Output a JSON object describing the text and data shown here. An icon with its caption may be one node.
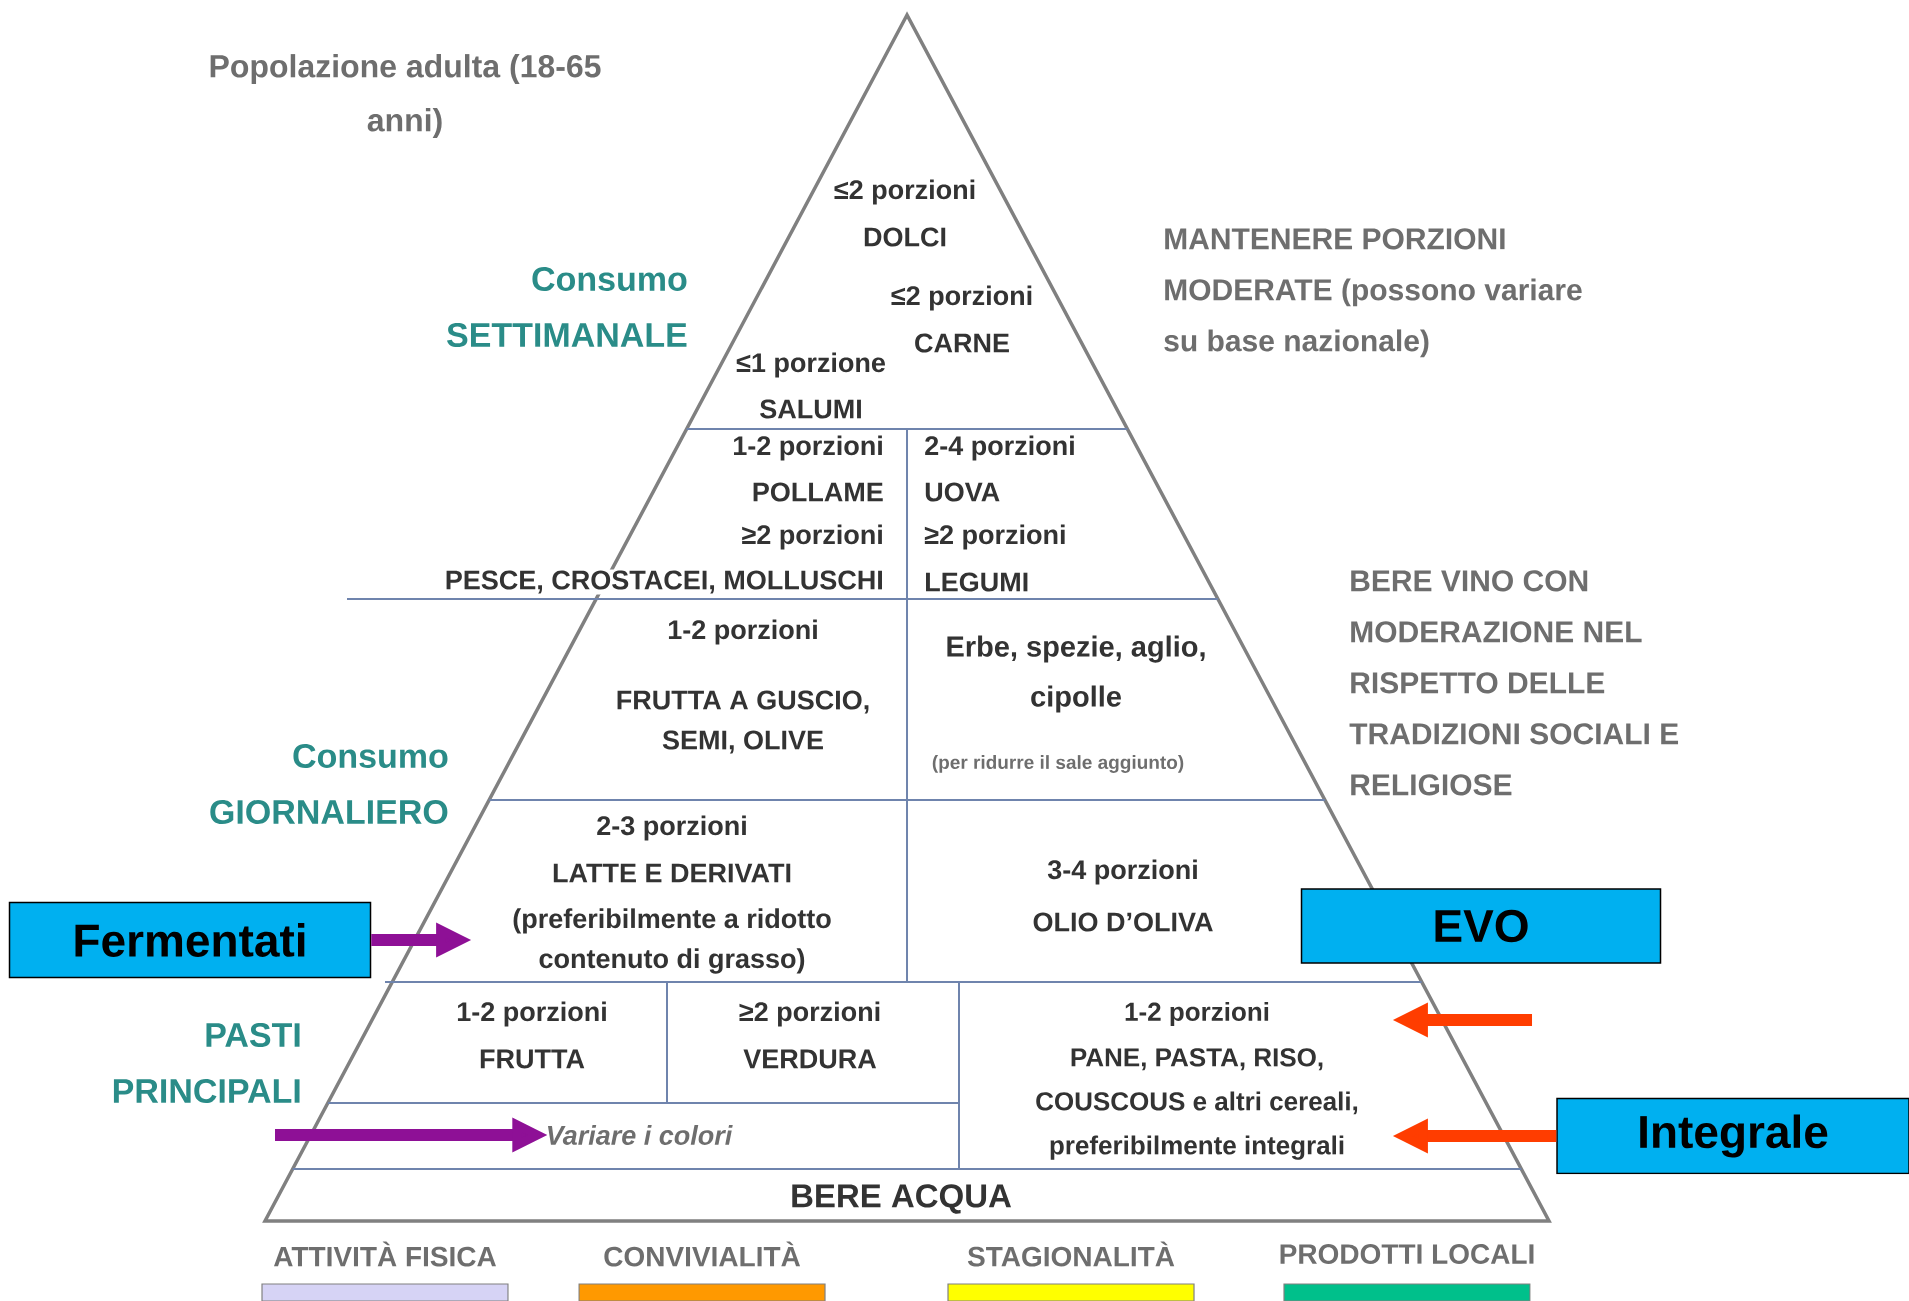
{
  "diagram": {
    "nodes": [
      {
        "text": [
          "≤2 porzioni",
          "DOLCI",
          "≤2 porzioni",
          "CARNE",
          "≤1 porzione",
          "SALUMI"
        ]
      },
      {
        "text": [
          "1-2 porzioni",
          "POLLAME",
          "≥2 porzioni",
          "PESCE, CROSTACEI, MOLLUSCHI"
        ]
      },
      {
        "text": [
          "2-4 porzioni",
          "UOVA",
          "≥2 porzioni",
          "LEGUMI"
        ]
      },
      {
        "text": [
          "1-2 porzioni",
          "FRUTTA A GUSCIO, SEMI, OLIVE"
        ]
      },
      {
        "text": [
          "Erbe, spezie, aglio, cipolle",
          "(per ridurre il sale aggiunto)"
        ]
      },
      {
        "text": [
          "2-3 porzioni",
          "LATTE E DERIVATI",
          "(preferibilmente a ridotto contenuto di grasso)"
        ]
      },
      {
        "text": [
          "3-4 porzioni",
          "OLIO D’OLIVA"
        ]
      },
      {
        "text": [
          "1-2 porzioni",
          "FRUTTA"
        ]
      },
      {
        "text": [
          "≥2 porzioni",
          "VERDURA"
        ]
      },
      {
        "text": [
          "Variare i colori"
        ]
      },
      {
        "text": [
          "1-2 porzioni",
          "PANE, PASTA, RISO, COUSCOUS e altri cereali, preferibilmente integrali"
        ]
      },
      {
        "text": [
          "BERE ACQUA"
        ]
      },
      {
        "text": [
          "Fermentati"
        ]
      },
      {
        "text": [
          "EVO"
        ]
      },
      {
        "text": [
          "Integrale"
        ]
      }
    ],
    "edges": [
      {
        "from": 12,
        "to": 5,
        "arrow": "to",
        "color": "#8e1096"
      },
      {
        "from": null,
        "to": 9,
        "arrow": "to",
        "color": "#8e1096"
      },
      {
        "from": null,
        "to": 10,
        "arrow": "to",
        "color": "#ff3d00"
      },
      {
        "from": 14,
        "to": 10,
        "arrow": "to",
        "color": "#ff3d00"
      }
    ],
    "labels": [
      "Popolazione adulta (18-65 anni)",
      "Consumo SETTIMANALE",
      "Consumo GIORNALIERO",
      "PASTI PRINCIPALI",
      "MANTENERE PORZIONI MODERATE (possono variare su base nazionale)",
      "BERE VINO CON MODERAZIONE NEL RISPETTO DELLE TRADIZIONI SOCIALI E RELIGIOSE"
    ],
    "legend": [
      {
        "text": "ATTIVITÀ FISICA",
        "color": "#d6d3f5"
      },
      {
        "text": "CONVIVIALITÀ",
        "color": "#ff9900"
      },
      {
        "text": "STAGIONALITÀ",
        "color": "#ffff00"
      },
      {
        "text": "PRODOTTI LOCALI",
        "color": "#00c08b"
      }
    ]
  }
}
